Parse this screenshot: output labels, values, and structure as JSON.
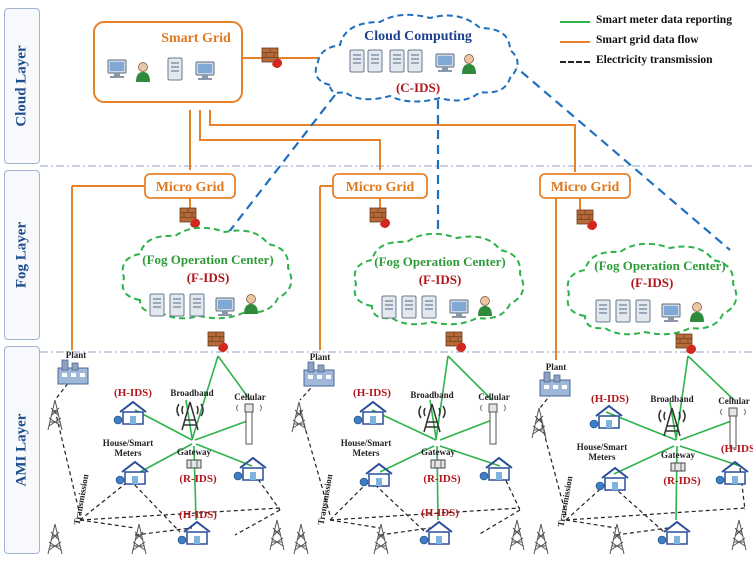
{
  "layers": {
    "cloud": "Cloud Layer",
    "fog": "Fog Layer",
    "ami": "AMI Layer"
  },
  "legend": [
    {
      "label": "Smart meter data reporting",
      "color": "#2db34a",
      "style": "solid"
    },
    {
      "label": "Smart grid data flow",
      "color": "#e8822a",
      "style": "solid"
    },
    {
      "label": "Electricity transmission",
      "color": "#222222",
      "style": "dashed"
    }
  ],
  "cloud": {
    "smart_grid_title": "Smart Grid",
    "cloud_computing_title": "Cloud Computing",
    "cids": "(C-IDS)"
  },
  "fog": {
    "micro_grid": "Micro Grid",
    "foc_title": "(Fog Operation Center)",
    "fids": "(F-IDS)"
  },
  "ami": {
    "plant": "Plant",
    "hids": "(H-IDS)",
    "hids_partial": "(H-IDS",
    "broadband": "Broadband",
    "cellular": "Cellular",
    "house_smart_meters_1": "House/Smart",
    "house_smart_meters_2": "Meters",
    "gateway": "Gateway",
    "rids": "(R-IDS)",
    "transmission": "Transmission"
  },
  "colors": {
    "green": "#2db34a",
    "orange": "#e8822a",
    "blue": "#1f6fbf",
    "red": "#b0161b",
    "orange_text": "#e07a1f",
    "green_text": "#2e9b3a"
  }
}
